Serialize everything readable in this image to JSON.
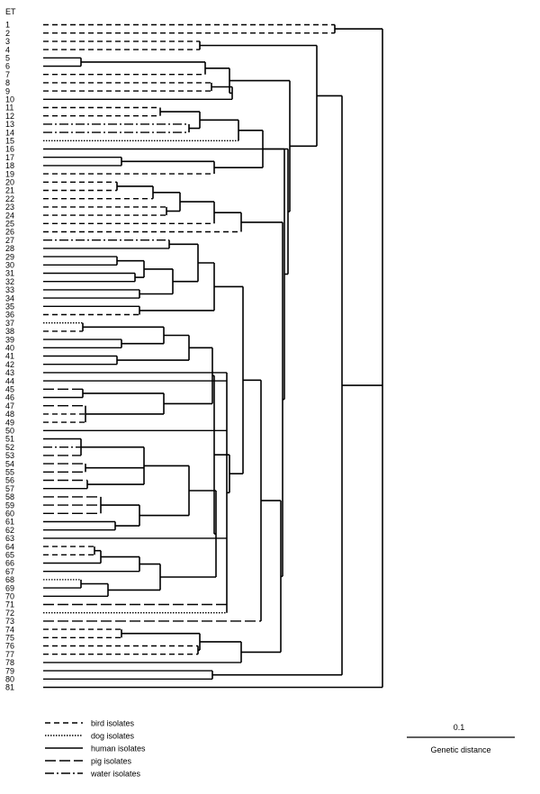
{
  "header_label": "ET",
  "labels": [
    "1",
    "2",
    "3",
    "4",
    "5",
    "6",
    "7",
    "8",
    "9",
    "10",
    "11",
    "12",
    "13",
    "14",
    "15",
    "16",
    "17",
    "18",
    "19",
    "20",
    "21",
    "22",
    "23",
    "24",
    "25",
    "26",
    "27",
    "28",
    "29",
    "30",
    "31",
    "32",
    "33",
    "34",
    "35",
    "36",
    "37",
    "38",
    "39",
    "40",
    "41",
    "42",
    "43",
    "44",
    "45",
    "46",
    "47",
    "48",
    "49",
    "50",
    "51",
    "52",
    "53",
    "54",
    "55",
    "56",
    "57",
    "58",
    "59",
    "60",
    "61",
    "62",
    "63",
    "64",
    "65",
    "66",
    "67",
    "68",
    "69",
    "70",
    "71",
    "72",
    "73",
    "74",
    "75",
    "76",
    "77",
    "78",
    "79",
    "80",
    "81"
  ],
  "leaf_source": [
    "bird",
    "bird",
    "bird",
    "bird",
    "human",
    "human",
    "bird",
    "bird",
    "bird",
    "human",
    "bird",
    "bird",
    "water",
    "water",
    "dog",
    "human",
    "human",
    "human",
    "bird",
    "bird",
    "bird",
    "bird",
    "bird",
    "bird",
    "bird",
    "bird",
    "water",
    "human",
    "human",
    "human",
    "human",
    "human",
    "human",
    "human",
    "human",
    "bird",
    "dog",
    "bird",
    "human",
    "human",
    "human",
    "human",
    "human",
    "human",
    "pig",
    "human",
    "pig",
    "bird",
    "bird",
    "human",
    "human",
    "water",
    "pig",
    "pig",
    "pig",
    "pig",
    "human",
    "pig",
    "pig",
    "pig",
    "human",
    "human",
    "human",
    "bird",
    "bird",
    "human",
    "human",
    "dog",
    "human",
    "human",
    "pig",
    "dog",
    "pig",
    "bird",
    "bird",
    "bird",
    "bird",
    "human",
    "human",
    "human",
    "human"
  ],
  "legend": {
    "items": [
      {
        "key": "bird",
        "label": "bird isolates"
      },
      {
        "key": "dog",
        "label": "dog isolates"
      },
      {
        "key": "human",
        "label": "human isolates"
      },
      {
        "key": "pig",
        "label": "pig isolates"
      },
      {
        "key": "water",
        "label": "water isolates"
      }
    ]
  },
  "scale": {
    "value": "0.1",
    "label": "Genetic distance"
  },
  "line_styles": {
    "bird": "6,4",
    "dog": "1.5,1.5",
    "human": "",
    "pig": "12,4",
    "water": "10,3,2,3"
  }
}
